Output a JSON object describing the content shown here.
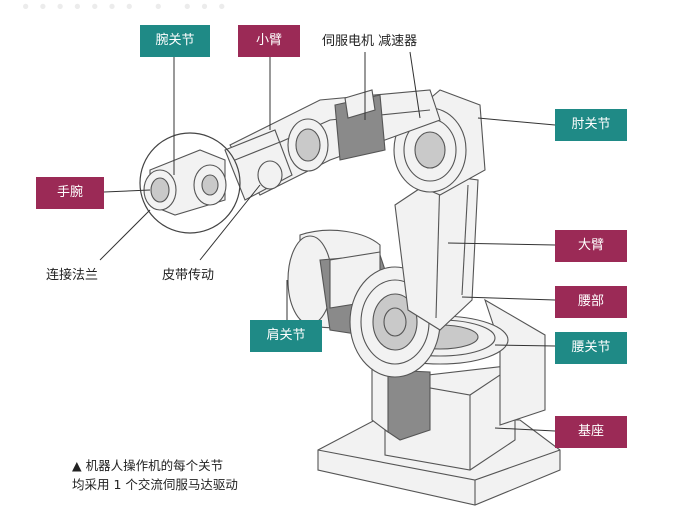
{
  "labels": {
    "wrist_joint": "腕关节",
    "forearm": "小臂",
    "servo_reducer": "伺服电机 减速器",
    "elbow_joint": "肘关节",
    "wrist": "手腕",
    "upper_arm": "大臂",
    "flange": "连接法兰",
    "belt_drive": "皮带传动",
    "waist": "腰部",
    "shoulder_joint": "肩关节",
    "waist_joint": "腰关节",
    "base": "基座"
  },
  "note": {
    "line1": "▲ 机器人操作机的每个关节",
    "line2": "均采用 1 个交流伺服马达驱动"
  },
  "colors": {
    "teal": "#1f8a86",
    "maroon": "#9b2a56"
  }
}
